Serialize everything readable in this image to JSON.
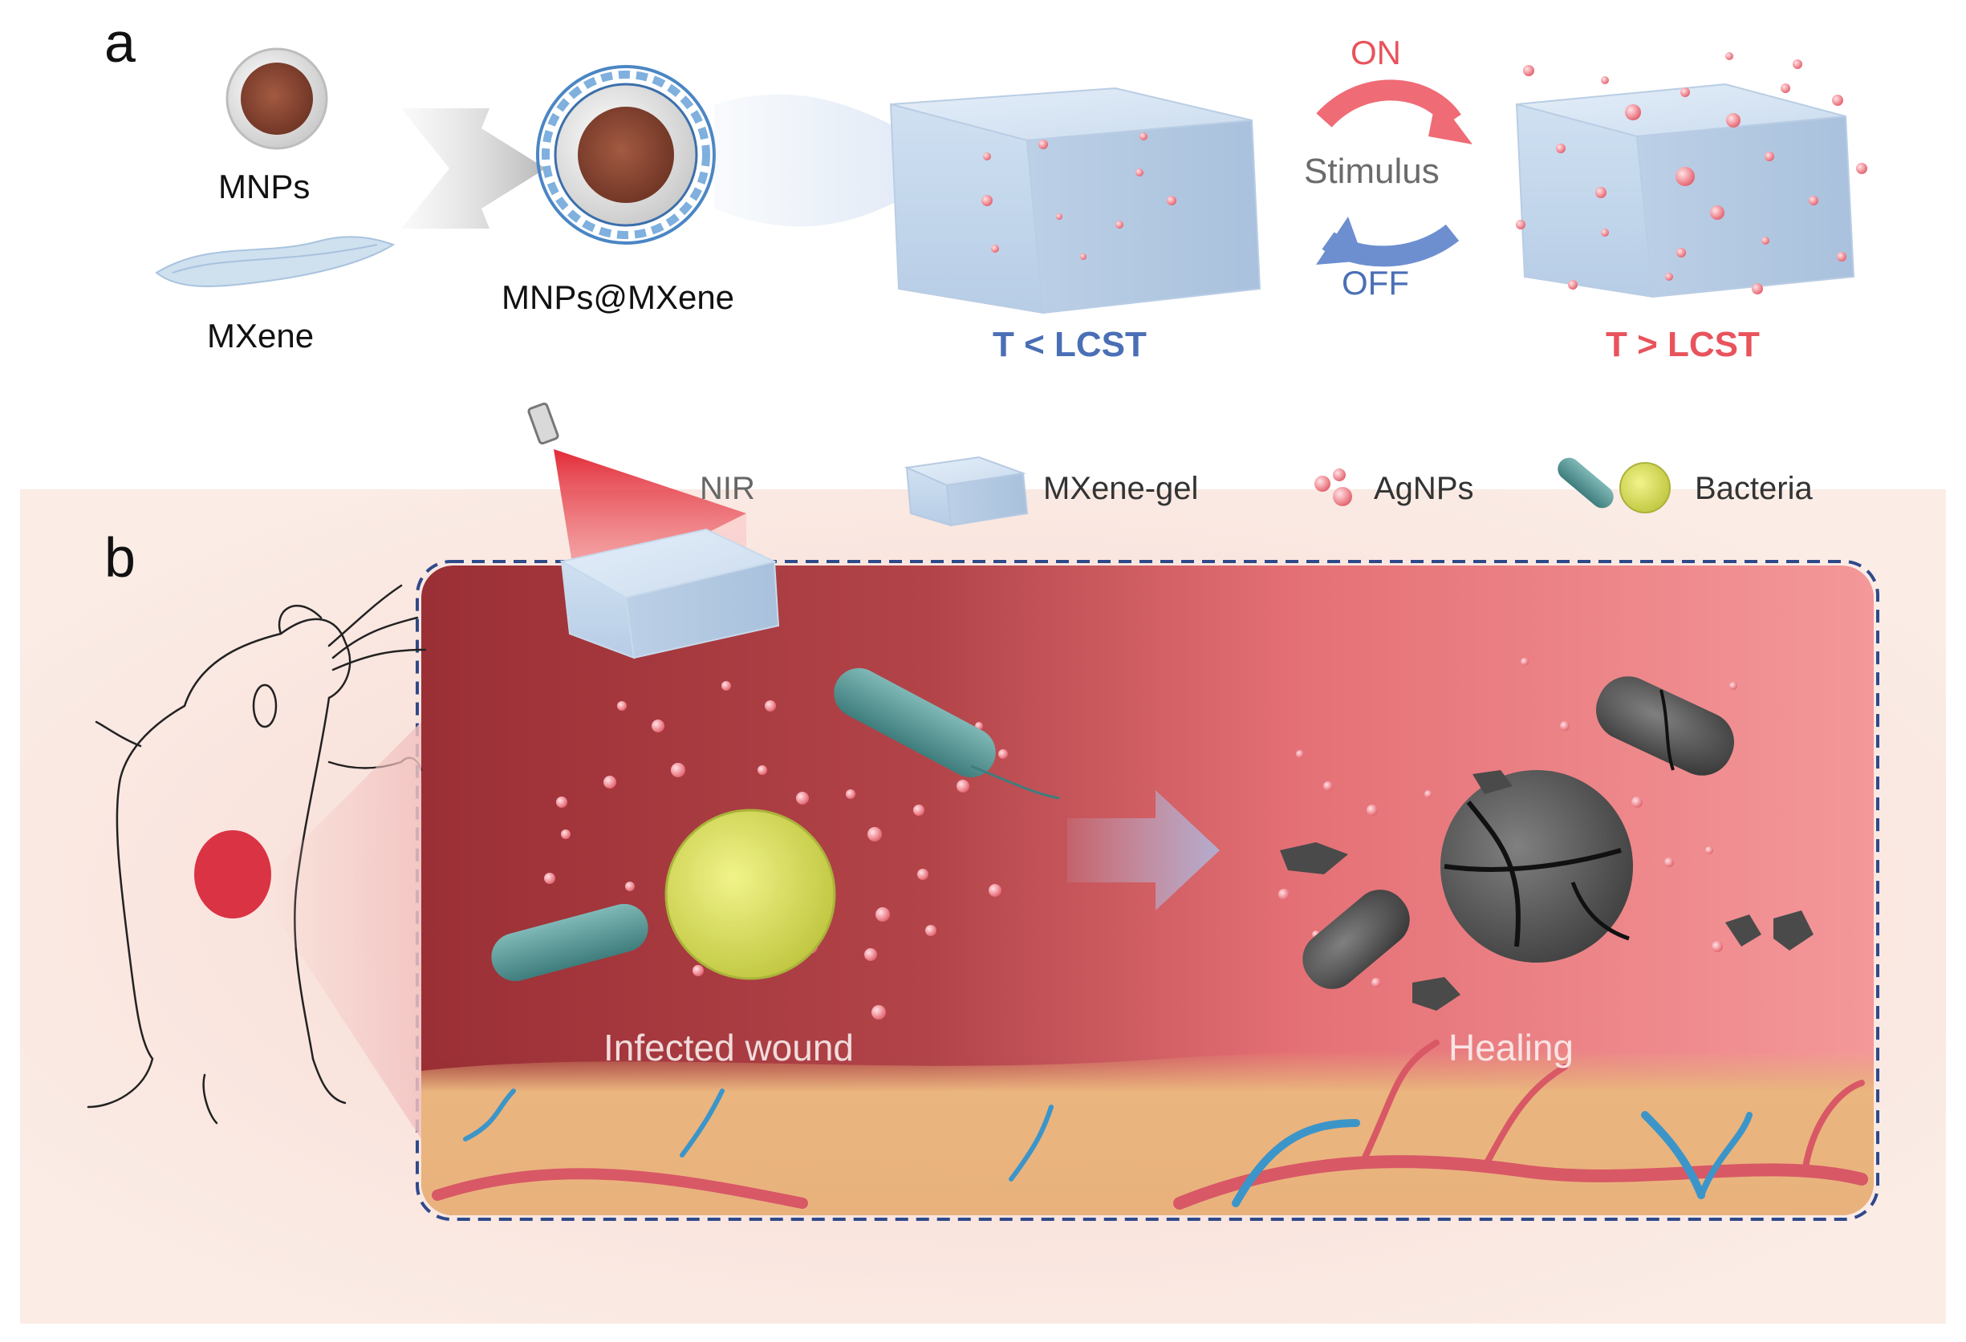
{
  "panel_a": {
    "letter": "a",
    "mnps_label": "MNPs",
    "mxene_label": "MXene",
    "composite_label": "MNPs@MXene",
    "on_label": "ON",
    "stimulus_label": "Stimulus",
    "off_label": "OFF",
    "cold_state_label": "T < LCST",
    "hot_state_label": "T > LCST"
  },
  "legend": {
    "nir": "NIR",
    "gel": "MXene-gel",
    "agnps": "AgNPs",
    "bacteria": "Bacteria"
  },
  "panel_b": {
    "letter": "b",
    "infected_label": "Infected wound",
    "healing_label": "Healing"
  },
  "colors": {
    "blue_text": "#4a6fb5",
    "red_text": "#e8535c",
    "dashed_border": "#2f4a8a",
    "particle": "#f08a94",
    "wound_left": "#a8393f",
    "wound_right": "#f08b8f",
    "gel": "#c9dcef",
    "bacteria_rod": "#5a9a9a",
    "bacteria_cocci": "#d8e05a",
    "dead_bacteria": "#5a5a5a"
  }
}
